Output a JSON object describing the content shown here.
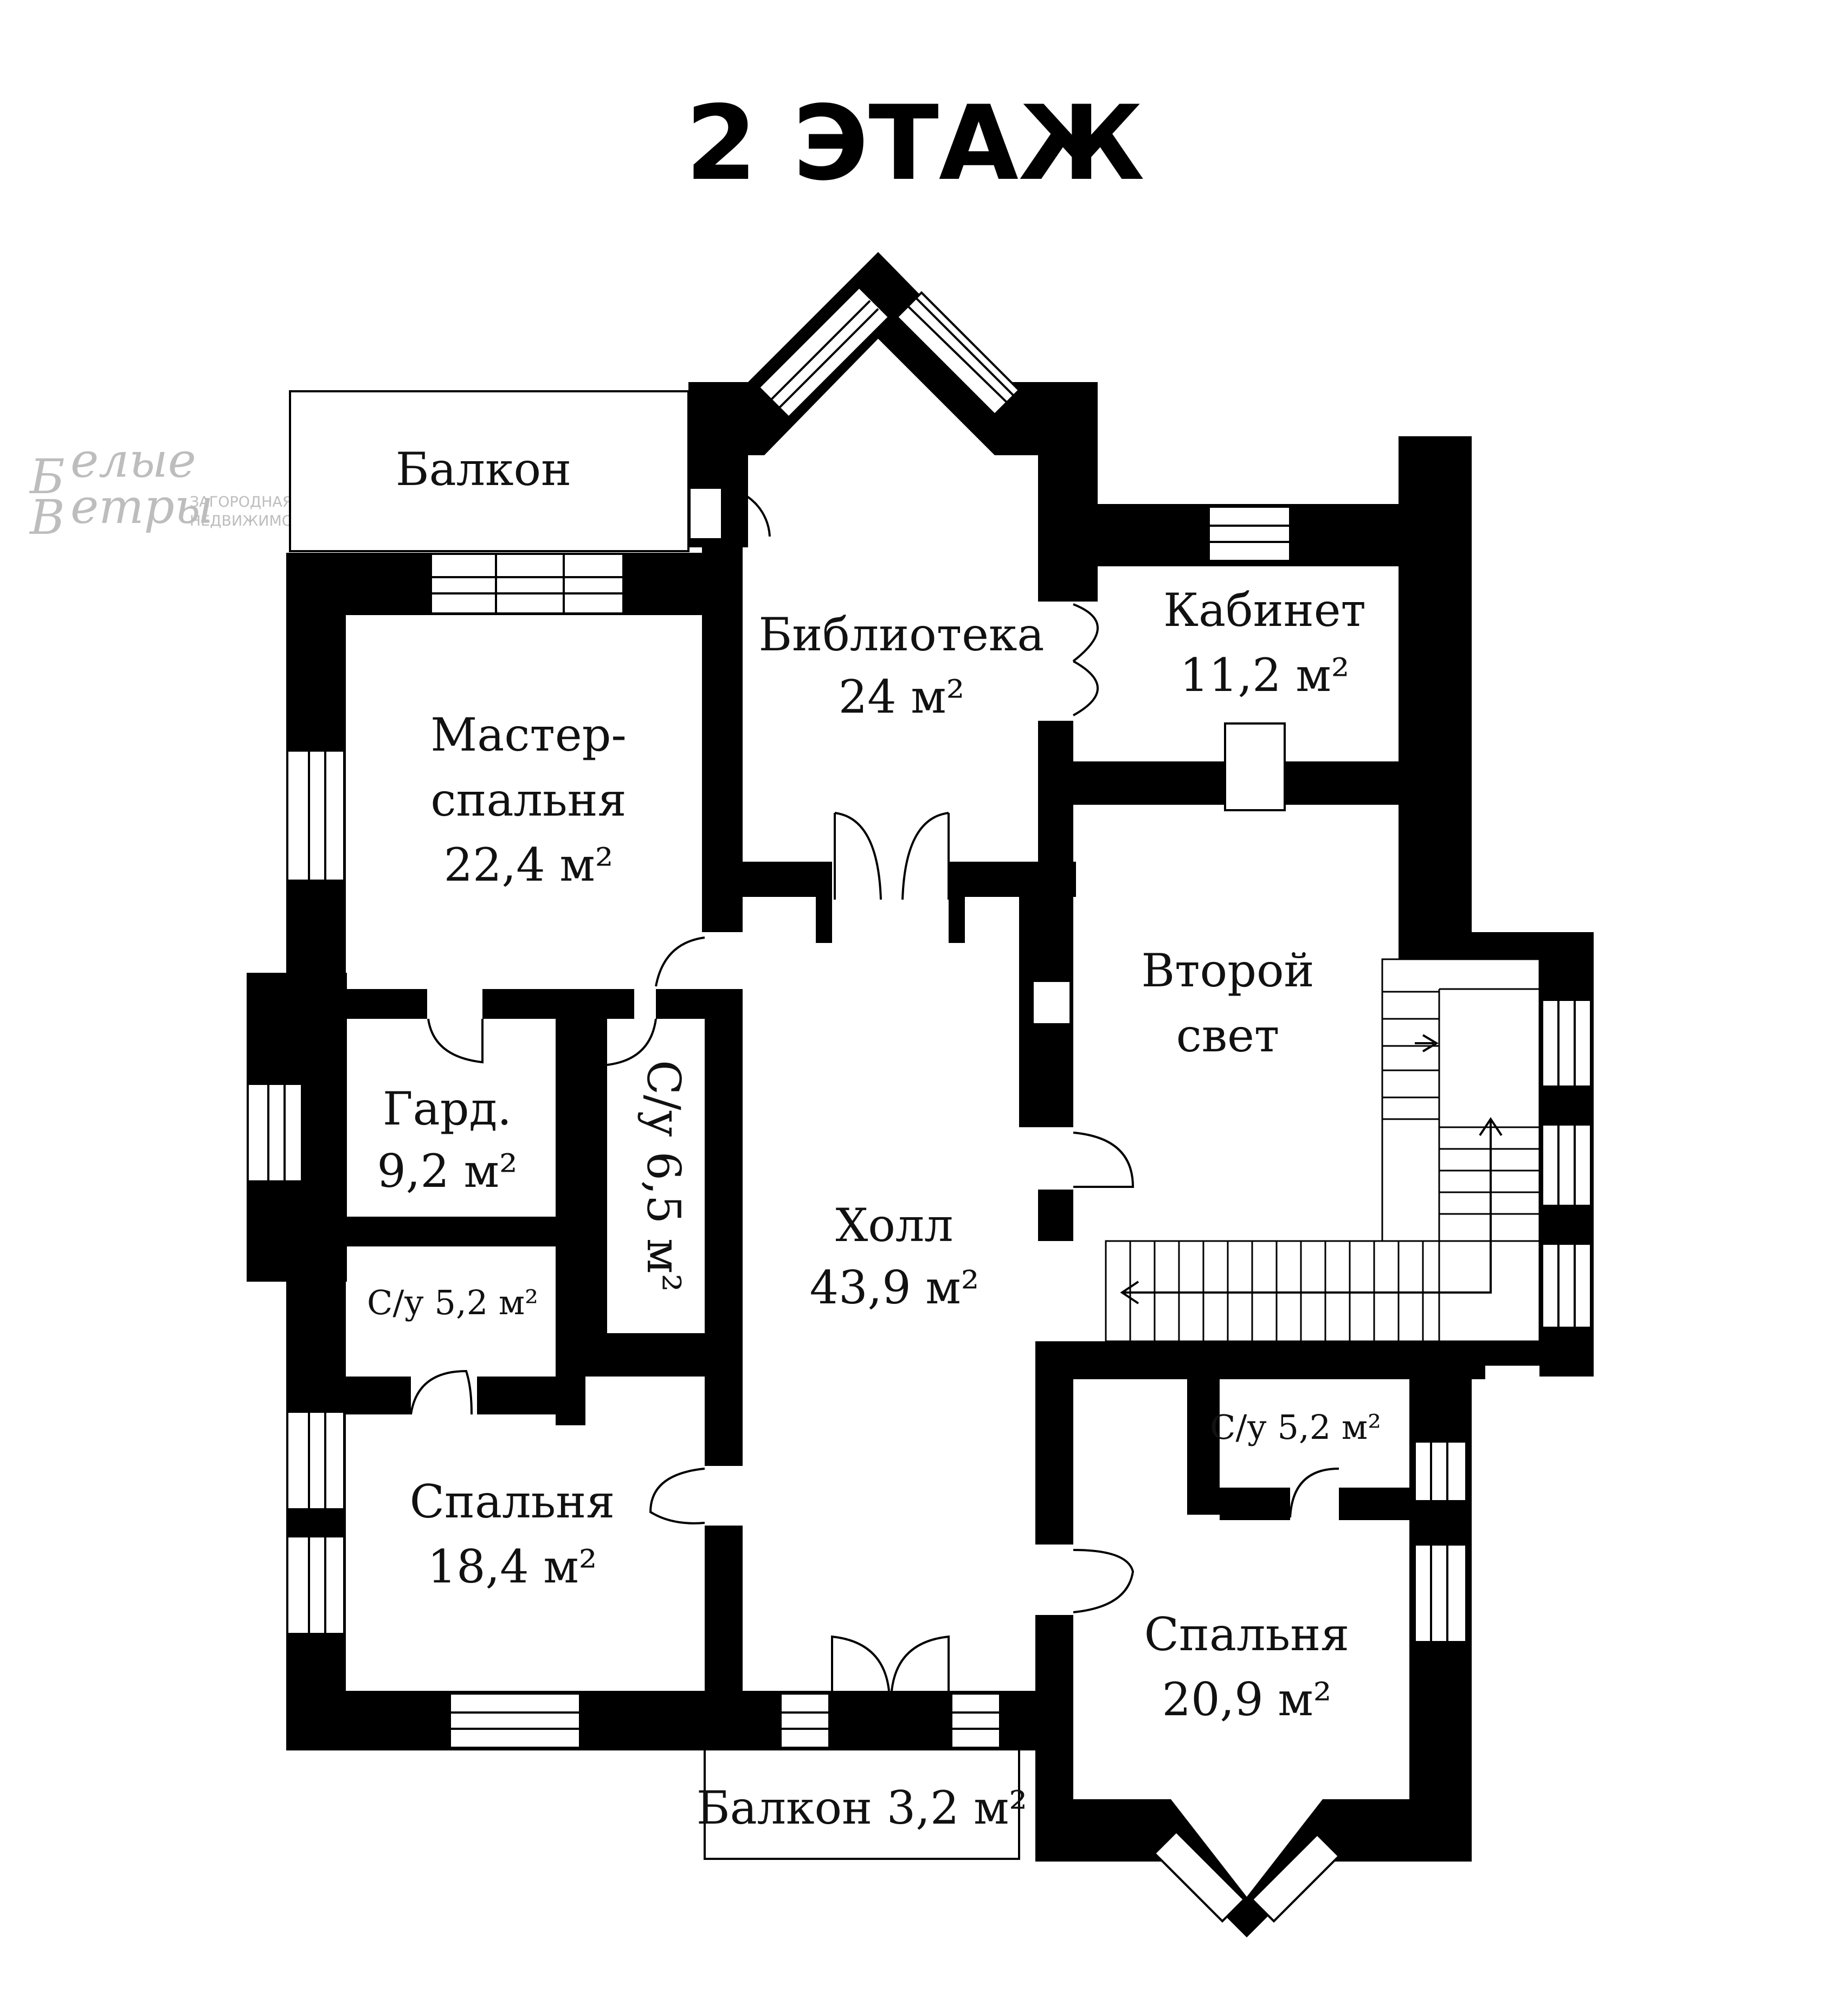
{
  "title": "2 ЭТАЖ",
  "logo": {
    "brand_line1": "елые",
    "brand_line2": "етры",
    "tagline1": "ЗАГОРОДНАЯ",
    "tagline2": "НЕДВИЖИМОСТЬ"
  },
  "rooms": {
    "balcony_top": {
      "lines": [
        "Балкон"
      ]
    },
    "library": {
      "lines": [
        "Библиотека",
        "24 м²"
      ]
    },
    "office": {
      "lines": [
        "Кабинет",
        "11,2 м²"
      ]
    },
    "master_bedroom": {
      "lines": [
        "Мастер-",
        "спальня",
        "22,4 м²"
      ]
    },
    "second_light": {
      "lines": [
        "Второй",
        "свет"
      ]
    },
    "wardrobe": {
      "lines": [
        "Гард.",
        "9,2 м²"
      ]
    },
    "bath_vertical": {
      "lines": [
        "С/у 6,5 м²"
      ]
    },
    "hall": {
      "lines": [
        "Холл",
        "43,9 м²"
      ]
    },
    "bath_left": {
      "lines": [
        "С/у 5,2 м²"
      ]
    },
    "bedroom_left": {
      "lines": [
        "Спальня",
        "18,4 м²"
      ]
    },
    "bath_right": {
      "lines": [
        "С/у 5,2 м²"
      ]
    },
    "bedroom_right": {
      "lines": [
        "Спальня",
        "20,9 м²"
      ]
    },
    "balcony_bottom": {
      "lines": [
        "Балкон 3,2 м²"
      ]
    }
  }
}
